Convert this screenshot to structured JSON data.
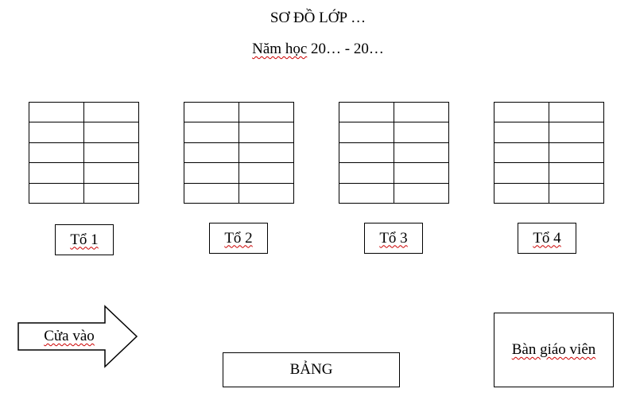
{
  "title": "SƠ ĐỒ LỚP …",
  "school_year": {
    "prefix": "Năm học",
    "range": "20… - 20…"
  },
  "groups": [
    {
      "label": "Tổ 1",
      "rows": 5,
      "columns": 2
    },
    {
      "label": "Tổ 2",
      "rows": 5,
      "columns": 2
    },
    {
      "label": "Tổ 3",
      "rows": 5,
      "columns": 2
    },
    {
      "label": "Tổ 4",
      "rows": 5,
      "columns": 2
    }
  ],
  "entrance": {
    "label": "Cửa vào"
  },
  "board": {
    "label": "BẢNG"
  },
  "teacher_desk": {
    "label": "Bàn giáo viên"
  }
}
